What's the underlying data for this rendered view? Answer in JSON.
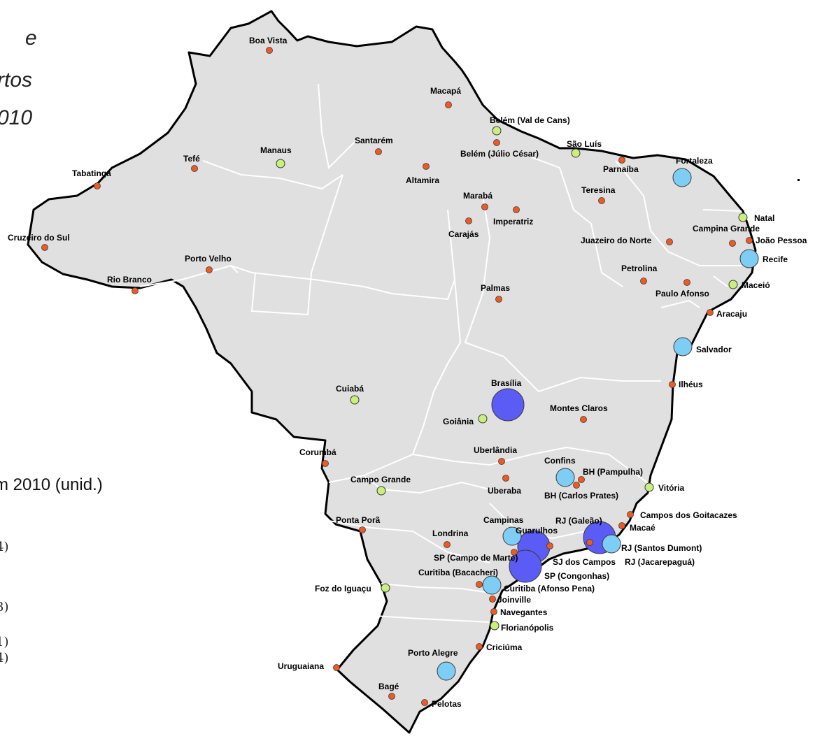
{
  "title_fragments": [
    "e",
    "rtos",
    "010"
  ],
  "legend": {
    "title": "m 2010 (unid.)",
    "fragments": [
      "4)",
      "3)",
      "1)",
      "4)"
    ]
  },
  "colors": {
    "land": "#e0e0e0",
    "border": "#000000",
    "state_border": "#ffffff",
    "small_airport": "#ee5a24",
    "medium_airport": "#c8f07a",
    "large_airport": "#7dcdf5",
    "hub_airport": "#5b5bf5"
  },
  "airports": [
    {
      "id": "boa-vista",
      "name": "Boa Vista",
      "cat": "small"
    },
    {
      "id": "macapa",
      "name": "Macapá",
      "cat": "small"
    },
    {
      "id": "belem-val-de-cans",
      "name": "Belém (Val de Cans)",
      "cat": "medium"
    },
    {
      "id": "belem-julio-cesar",
      "name": "Belém (Júlio César)",
      "cat": "small"
    },
    {
      "id": "santarem",
      "name": "Santarém",
      "cat": "small"
    },
    {
      "id": "manaus",
      "name": "Manaus",
      "cat": "medium"
    },
    {
      "id": "tefe",
      "name": "Tefé",
      "cat": "small"
    },
    {
      "id": "tabatinga",
      "name": "Tabatinga",
      "cat": "small"
    },
    {
      "id": "sao-luis",
      "name": "São Luís",
      "cat": "medium"
    },
    {
      "id": "parnaiba",
      "name": "Parnaíba",
      "cat": "small"
    },
    {
      "id": "fortaleza",
      "name": "Fortaleza",
      "cat": "large"
    },
    {
      "id": "altamira",
      "name": "Altamira",
      "cat": "small"
    },
    {
      "id": "teresina",
      "name": "Teresina",
      "cat": "small"
    },
    {
      "id": "maraba",
      "name": "Marabá",
      "cat": "small"
    },
    {
      "id": "imperatriz",
      "name": "Imperatriz",
      "cat": "small"
    },
    {
      "id": "carajas",
      "name": "Carajás",
      "cat": "small"
    },
    {
      "id": "natal",
      "name": "Natal",
      "cat": "medium"
    },
    {
      "id": "campina-grande",
      "name": "Campina Grande",
      "cat": "small"
    },
    {
      "id": "joao-pessoa",
      "name": "João Pessoa",
      "cat": "small"
    },
    {
      "id": "cruzeiro-do-sul",
      "name": "Cruzeiro do Sul",
      "cat": "small"
    },
    {
      "id": "juazeiro-do-norte",
      "name": "Juazeiro do Norte",
      "cat": "small"
    },
    {
      "id": "recife",
      "name": "Recife",
      "cat": "large"
    },
    {
      "id": "porto-velho",
      "name": "Porto Velho",
      "cat": "small"
    },
    {
      "id": "petrolina",
      "name": "Petrolina",
      "cat": "small"
    },
    {
      "id": "rio-branco",
      "name": "Rio Branco",
      "cat": "small"
    },
    {
      "id": "paulo-afonso",
      "name": "Paulo Afonso",
      "cat": "small"
    },
    {
      "id": "maceio",
      "name": "Maceió",
      "cat": "medium"
    },
    {
      "id": "palmas",
      "name": "Palmas",
      "cat": "small"
    },
    {
      "id": "aracaju",
      "name": "Aracaju",
      "cat": "small"
    },
    {
      "id": "salvador",
      "name": "Salvador",
      "cat": "large"
    },
    {
      "id": "brasilia",
      "name": "Brasília",
      "cat": "hub"
    },
    {
      "id": "ilheus",
      "name": "Ilhéus",
      "cat": "small"
    },
    {
      "id": "cuiaba",
      "name": "Cuiabá",
      "cat": "medium"
    },
    {
      "id": "montes-claros",
      "name": "Montes Claros",
      "cat": "small"
    },
    {
      "id": "goiania",
      "name": "Goiânia",
      "cat": "medium"
    },
    {
      "id": "corumba",
      "name": "Corumbá",
      "cat": "small"
    },
    {
      "id": "uberlandia",
      "name": "Uberlândia",
      "cat": "small"
    },
    {
      "id": "confins",
      "name": "Confins",
      "cat": "large"
    },
    {
      "id": "bh-pampulha",
      "name": "BH (Pampulha)",
      "cat": "small"
    },
    {
      "id": "campo-grande",
      "name": "Campo Grande",
      "cat": "medium"
    },
    {
      "id": "uberaba",
      "name": "Uberaba",
      "cat": "small"
    },
    {
      "id": "bh-carlos-prates",
      "name": "BH (Carlos Prates)",
      "cat": "small"
    },
    {
      "id": "vitoria",
      "name": "Vitória",
      "cat": "medium"
    },
    {
      "id": "campos-dos-goitacazes",
      "name": "Campos dos Goitacazes",
      "cat": "small"
    },
    {
      "id": "ponta-pora",
      "name": "Ponta Porã",
      "cat": "small"
    },
    {
      "id": "campinas",
      "name": "Campinas",
      "cat": "large"
    },
    {
      "id": "rj-galeao",
      "name": "RJ (Galeão)",
      "cat": "hub"
    },
    {
      "id": "macae",
      "name": "Macaé",
      "cat": "small"
    },
    {
      "id": "guarulhos",
      "name": "Guarulhos",
      "cat": "hub"
    },
    {
      "id": "londrina",
      "name": "Londrina",
      "cat": "small"
    },
    {
      "id": "rj-santos-dumont",
      "name": "RJ (Santos Dumont)",
      "cat": "large"
    },
    {
      "id": "sp-campo-de-marte",
      "name": "SP (Campo de Marte)",
      "cat": "small"
    },
    {
      "id": "sj-dos-campos",
      "name": "SJ dos Campos",
      "cat": "small"
    },
    {
      "id": "rj-jacarepagua",
      "name": "RJ (Jacarepaguá)",
      "cat": "small"
    },
    {
      "id": "sp-congonhas",
      "name": "SP (Congonhas)",
      "cat": "hub"
    },
    {
      "id": "curitiba-bacacheri",
      "name": "Curitiba (Bacacheri)",
      "cat": "small"
    },
    {
      "id": "curitiba-afonso-pena",
      "name": "Curitiba (Afonso Pena)",
      "cat": "large"
    },
    {
      "id": "foz-do-iguacu",
      "name": "Foz do Iguaçu",
      "cat": "medium"
    },
    {
      "id": "joinville",
      "name": "Joinville",
      "cat": "small"
    },
    {
      "id": "navegantes",
      "name": "Navegantes",
      "cat": "small"
    },
    {
      "id": "florianopolis",
      "name": "Florianópolis",
      "cat": "medium"
    },
    {
      "id": "criciuma",
      "name": "Criciúma",
      "cat": "small"
    },
    {
      "id": "porto-alegre",
      "name": "Porto Alegre",
      "cat": "large"
    },
    {
      "id": "uruguaiana",
      "name": "Uruguaiana",
      "cat": "small"
    },
    {
      "id": "bage",
      "name": "Bagé",
      "cat": "small"
    },
    {
      "id": "pelotas",
      "name": "Pelotas",
      "cat": "small"
    }
  ]
}
